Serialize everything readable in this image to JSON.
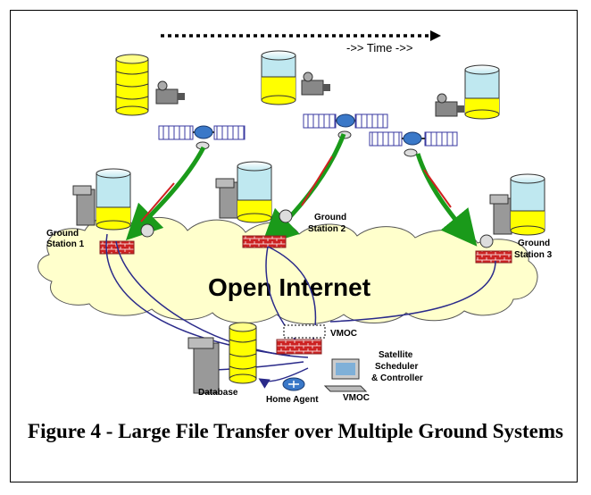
{
  "timeline": {
    "label": "->> Time ->>"
  },
  "cloud": {
    "label": "Open Internet"
  },
  "ground_stations": [
    {
      "line1": "Ground",
      "line2": "Station 1"
    },
    {
      "line1": "Ground",
      "line2": "Station 2"
    },
    {
      "line1": "Ground",
      "line2": "Station 3"
    }
  ],
  "nodes": {
    "vmoc_top": "VMOC",
    "database": "Database",
    "home_agent": "Home Agent",
    "scheduler_line1": "Satellite",
    "scheduler_line2": "Scheduler",
    "scheduler_line3": "& Controller",
    "vmoc_bottom": "VMOC"
  },
  "caption": "Figure 4 - Large File Transfer over Multiple Ground Systems",
  "colors": {
    "downlink_green": "#1a9a1a",
    "downlink_red": "#d02020",
    "network_line": "#2a2a8a",
    "cloud_fill": "#ffffcc",
    "data_yellow": "#ffff00",
    "tank_cyan": "#bfe8f0",
    "firewall_red": "#cc2222",
    "router_blue": "#3a78c8"
  }
}
